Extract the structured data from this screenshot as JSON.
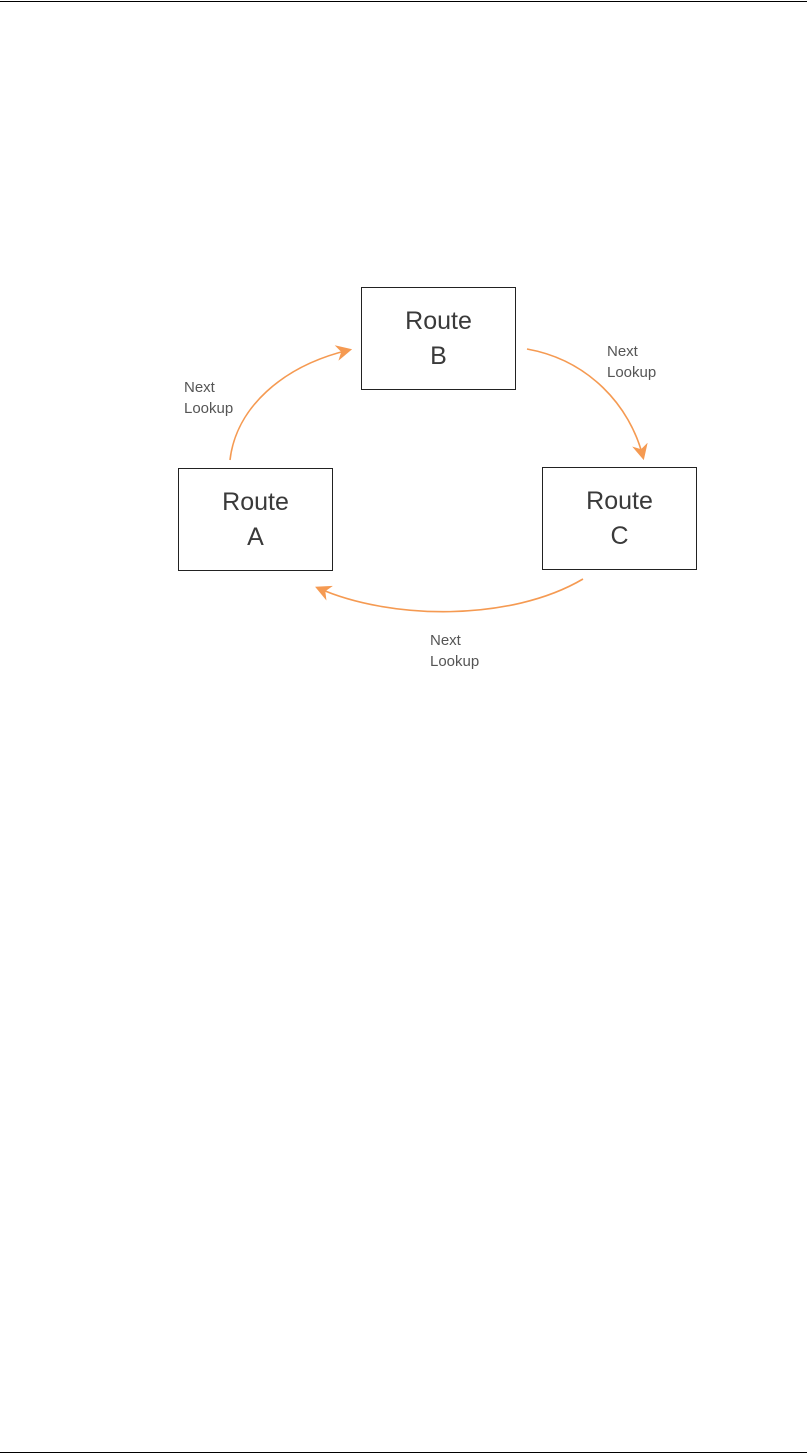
{
  "diagram": {
    "nodes": {
      "a": {
        "line1": "Route",
        "line2": "A"
      },
      "b": {
        "line1": "Route",
        "line2": "B"
      },
      "c": {
        "line1": "Route",
        "line2": "C"
      }
    },
    "edges": [
      {
        "from": "A",
        "to": "B",
        "label_line1": "Next",
        "label_line2": "Lookup"
      },
      {
        "from": "B",
        "to": "C",
        "label_line1": "Next",
        "label_line2": "Lookup"
      },
      {
        "from": "C",
        "to": "A",
        "label_line1": "Next",
        "label_line2": "Lookup"
      }
    ],
    "colors": {
      "arrow": "#f59a52",
      "box_border": "#222222",
      "box_text": "#3a3a3a",
      "label_text": "#555555",
      "page_rule": "#000000"
    }
  }
}
